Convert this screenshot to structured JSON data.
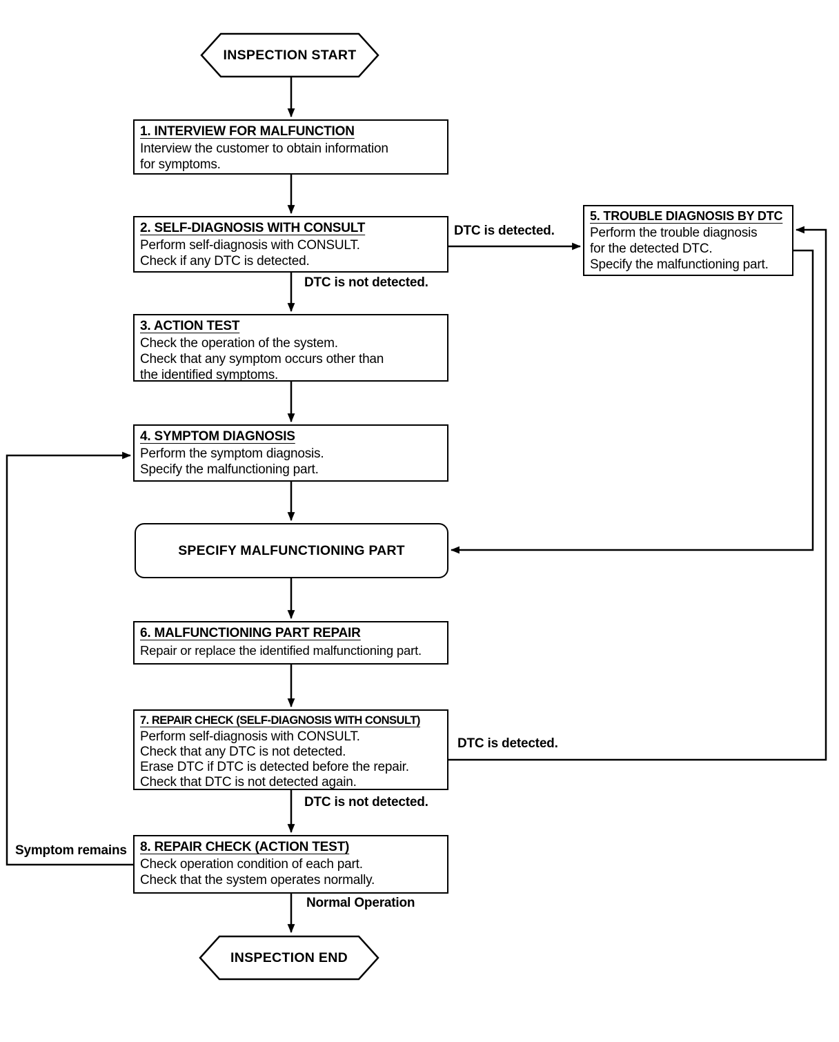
{
  "flow": {
    "terminals": {
      "start": "INSPECTION START",
      "end": "INSPECTION END"
    },
    "steps": {
      "s1": {
        "title": "1. INTERVIEW FOR MALFUNCTION",
        "body": "Interview the customer to obtain information\nfor symptoms."
      },
      "s2": {
        "title": "2. SELF-DIAGNOSIS WITH CONSULT",
        "body": "Perform self-diagnosis with CONSULT.\nCheck if any DTC is detected."
      },
      "s3": {
        "title": "3. ACTION TEST",
        "body": "Check the operation of the system.\nCheck that any symptom occurs other than\nthe identified symptoms."
      },
      "s4": {
        "title": "4. SYMPTOM DIAGNOSIS",
        "body": "Perform the symptom diagnosis.\nSpecify the malfunctioning part."
      },
      "s5": {
        "title": "5. TROUBLE DIAGNOSIS BY DTC",
        "body": "Perform the trouble diagnosis\nfor the detected DTC.\nSpecify the malfunctioning part."
      },
      "s6": {
        "title": "6. MALFUNCTIONING PART REPAIR",
        "body": "Repair or replace the identified malfunctioning part."
      },
      "s7": {
        "title": "7. REPAIR CHECK (SELF-DIAGNOSIS WITH CONSULT)",
        "body": "Perform self-diagnosis with CONSULT.\nCheck that any DTC is not detected.\nErase DTC if DTC is detected before the repair.\nCheck that DTC is not detected again."
      },
      "s8": {
        "title": "8. REPAIR CHECK (ACTION TEST)",
        "body": "Check operation condition of each part.\nCheck that the system operates normally."
      }
    },
    "action": {
      "specify_part": "SPECIFY MALFUNCTIONING PART"
    },
    "edge_labels": {
      "dtc_detected_upper": "DTC is detected.",
      "dtc_not_detected_upper": "DTC is not detected.",
      "dtc_detected_lower": "DTC is detected.",
      "dtc_not_detected_lower": "DTC is not detected.",
      "normal_operation": "Normal Operation",
      "symptom_remains": "Symptom remains"
    },
    "colors": {
      "line": "#000000",
      "background": "#ffffff",
      "text": "#000000"
    }
  }
}
